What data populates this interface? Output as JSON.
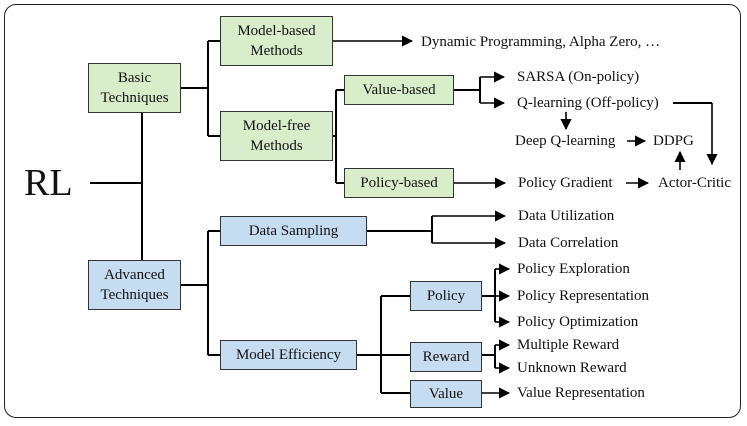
{
  "root": "RL",
  "basic": {
    "title": "Basic Techniques",
    "model_based": "Model-based Methods",
    "model_based_examples": "Dynamic Programming, Alpha Zero, …",
    "model_free": "Model-free Methods",
    "value_based": "Value-based",
    "sarsa": "SARSA (On-policy)",
    "q_learning": "Q-learning (Off-policy)",
    "deep_q": "Deep Q-learning",
    "ddpg": "DDPG",
    "policy_based": "Policy-based",
    "policy_gradient": "Policy Gradient",
    "actor_critic": "Actor-Critic"
  },
  "advanced": {
    "title": "Advanced Techniques",
    "data_sampling": "Data Sampling",
    "data_utilization": "Data Utilization",
    "data_correlation": "Data Correlation",
    "model_efficiency": "Model Efficiency",
    "policy": "Policy",
    "policy_exploration": "Policy Exploration",
    "policy_representation": "Policy Representation",
    "policy_optimization": "Policy Optimization",
    "reward": "Reward",
    "multiple_reward": "Multiple Reward",
    "unknown_reward": "Unknown Reward",
    "value": "Value",
    "value_representation": "Value Representation"
  }
}
